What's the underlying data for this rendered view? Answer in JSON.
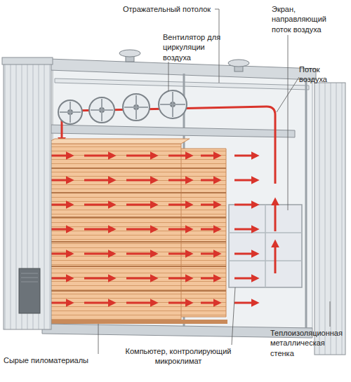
{
  "diagram": {
    "labels": [
      "Отражательный потолок",
      "Экран, направляющий поток воздуха",
      "Вентилятор для циркуляции воздуха",
      "Поток воздуха",
      "Сырые пиломатериалы",
      "Компьютер, контролирующий микроклимат",
      "Теплоизоляционная металлическая стенка"
    ]
  }
}
